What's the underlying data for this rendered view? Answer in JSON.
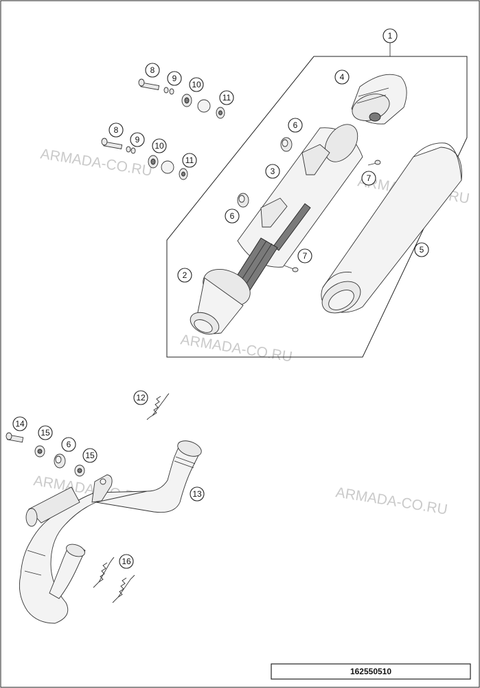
{
  "drawing_number": "162550510",
  "watermark_text": "ARMADA-CO.RU",
  "callouts": {
    "c1": "1",
    "c2": "2",
    "c3": "3",
    "c4": "4",
    "c5": "5",
    "c6a": "6",
    "c6b": "6",
    "c6c": "6",
    "c7a": "7",
    "c7b": "7",
    "c8a": "8",
    "c8b": "8",
    "c9a": "9",
    "c9b": "9",
    "c10a": "10",
    "c10b": "10",
    "c11a": "11",
    "c11b": "11",
    "c12": "12",
    "c13": "13",
    "c14": "14",
    "c15a": "15",
    "c15b": "15",
    "c16": "16"
  }
}
